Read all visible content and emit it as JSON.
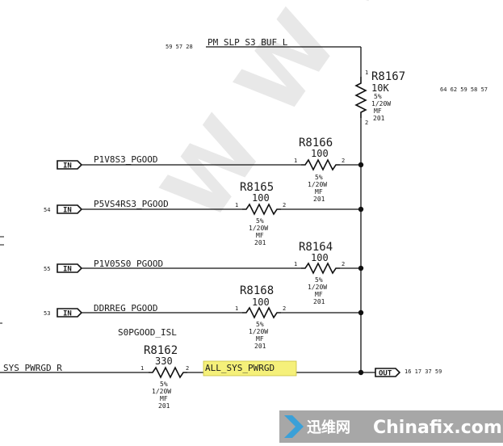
{
  "watermark": "W W W",
  "power": {
    "net": "PM_SLP_S3_BUF_L",
    "pages": "59 57 28",
    "resistor": {
      "ref": "R8167",
      "value": "10K",
      "tol": "5%",
      "power": "1/20W",
      "type": "MF",
      "size": "201",
      "pin1": "1",
      "pin2": "2",
      "pages": "64 62 59 58 57"
    }
  },
  "inputs": [
    {
      "net": "P1V8S3_PGOOD",
      "flag": "IN",
      "pages": "",
      "res": {
        "ref": "R8166",
        "value": "100",
        "tol": "5%",
        "power": "1/20W",
        "type": "MF",
        "size": "201",
        "pin1": "1",
        "pin2": "2"
      }
    },
    {
      "net": "P5VS4RS3_PGOOD",
      "flag": "IN",
      "pages": "54",
      "res": {
        "ref": "R8165",
        "value": "100",
        "tol": "5%",
        "power": "1/20W",
        "type": "MF",
        "size": "201",
        "pin1": "1",
        "pin2": "2"
      }
    },
    {
      "net": "P1V05S0_PGOOD",
      "flag": "IN",
      "pages": "55",
      "res": {
        "ref": "R8164",
        "value": "100",
        "tol": "5%",
        "power": "1/20W",
        "type": "MF",
        "size": "201",
        "pin1": "1",
        "pin2": "2"
      }
    },
    {
      "net": "DDRREG_PGOOD",
      "flag": "IN",
      "pages": "53",
      "res": {
        "ref": "R8168",
        "value": "100",
        "tol": "5%",
        "power": "1/20W",
        "type": "MF",
        "size": "201",
        "pin1": "1",
        "pin2": "2"
      }
    }
  ],
  "isl_label": "S0PGOOD_ISL",
  "bottom": {
    "in_net": "SYS_PWRGD_R",
    "res": {
      "ref": "R8162",
      "value": "330",
      "tol": "5%",
      "power": "1/20W",
      "type": "MF",
      "size": "201",
      "pin1": "1",
      "pin2": "2"
    },
    "out_net": "ALL_SYS_PWRGD",
    "out_flag": "OUT",
    "out_pages": "16 17 37 59",
    "highlight_color": "#f5f07a"
  },
  "logo": {
    "cn": "迅维网",
    "en": "Chinafix.com",
    "accent": "#3aa0d8"
  }
}
